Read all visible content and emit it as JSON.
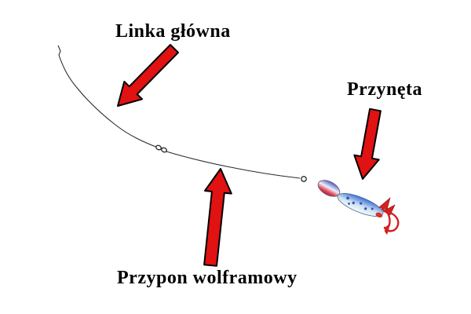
{
  "diagram": {
    "labels": {
      "main_line": "Linka główna",
      "bait": "Przynęta",
      "leader": "Przypon wolframowy"
    },
    "colors": {
      "arrow_fill": "#e01212",
      "arrow_outline": "#000000",
      "line_color": "#2a2a2a",
      "hook_red": "#d42020",
      "lure_blue": "#3a6fd8",
      "lure_dark_blue": "#1d3f9e",
      "lure_tail_red": "#d23434",
      "background": "#ffffff"
    }
  }
}
